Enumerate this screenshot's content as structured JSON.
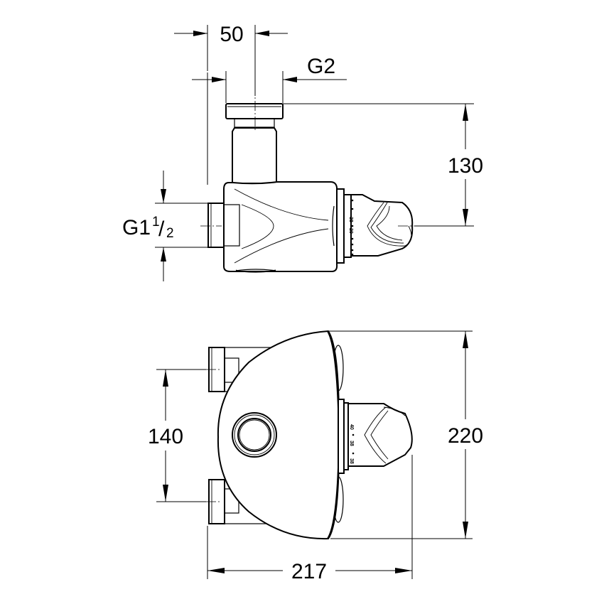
{
  "drawing": {
    "subject": "thermostatic mixing valve",
    "views": [
      {
        "name": "side-view",
        "position": "top"
      },
      {
        "name": "front-view",
        "position": "bottom"
      }
    ]
  },
  "dimensions": {
    "outlet_spacing": {
      "value": "50"
    },
    "outlet_thread": {
      "value": "G2"
    },
    "height_outlet_to_axis": {
      "value": "130"
    },
    "inlet_thread": {
      "prefix": "G1",
      "sup": "1",
      "sub": "2"
    },
    "inlet_spacing": {
      "value": "140"
    },
    "body_height": {
      "value": "220"
    },
    "overall_depth": {
      "value": "217"
    }
  },
  "dial_marks": {
    "side_view": [
      "38",
      "20"
    ],
    "front_view": [
      "40",
      "38",
      "38"
    ]
  },
  "colors": {
    "line": "#000000",
    "background": "#ffffff"
  }
}
